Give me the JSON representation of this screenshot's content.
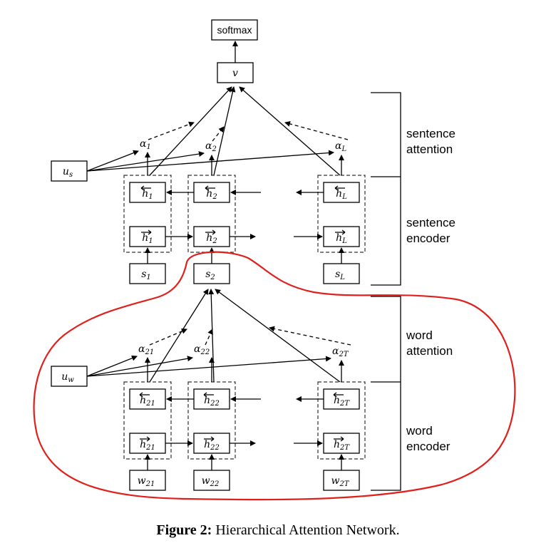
{
  "diagram": {
    "top": {
      "softmax": "softmax",
      "v": "v"
    },
    "sentence_level": {
      "context_vector": {
        "base": "u",
        "sub": "s"
      },
      "alphas": [
        {
          "base": "α",
          "sub": "1"
        },
        {
          "base": "α",
          "sub": "2"
        },
        {
          "base": "α",
          "sub": "L"
        }
      ],
      "backward_states": [
        {
          "base": "h",
          "sub": "1"
        },
        {
          "base": "h",
          "sub": "2"
        },
        {
          "base": "h",
          "sub": "L"
        }
      ],
      "forward_states": [
        {
          "base": "h",
          "sub": "1"
        },
        {
          "base": "h",
          "sub": "2"
        },
        {
          "base": "h",
          "sub": "L"
        }
      ],
      "inputs": [
        {
          "base": "s",
          "sub": "1"
        },
        {
          "base": "s",
          "sub": "2"
        },
        {
          "base": "s",
          "sub": "L"
        }
      ]
    },
    "word_level": {
      "context_vector": {
        "base": "u",
        "sub": "w"
      },
      "alphas": [
        {
          "base": "α",
          "sub": "21"
        },
        {
          "base": "α",
          "sub": "22"
        },
        {
          "base": "α",
          "sub": "2T"
        }
      ],
      "backward_states": [
        {
          "base": "h",
          "sub": "21"
        },
        {
          "base": "h",
          "sub": "22"
        },
        {
          "base": "h",
          "sub": "2T"
        }
      ],
      "forward_states": [
        {
          "base": "h",
          "sub": "21"
        },
        {
          "base": "h",
          "sub": "22"
        },
        {
          "base": "h",
          "sub": "2T"
        }
      ],
      "inputs": [
        {
          "base": "w",
          "sub": "21"
        },
        {
          "base": "w",
          "sub": "22"
        },
        {
          "base": "w",
          "sub": "2T"
        }
      ]
    },
    "brace_labels": {
      "sentence_attention": [
        "sentence",
        "attention"
      ],
      "sentence_encoder": [
        "sentence",
        "encoder"
      ],
      "word_attention": [
        "word",
        "attention"
      ],
      "word_encoder": [
        "word",
        "encoder"
      ]
    },
    "caption": {
      "bold": "Figure 2:",
      "text": " Hierarchical Attention Network."
    },
    "annotation_color": "#e0201c"
  }
}
